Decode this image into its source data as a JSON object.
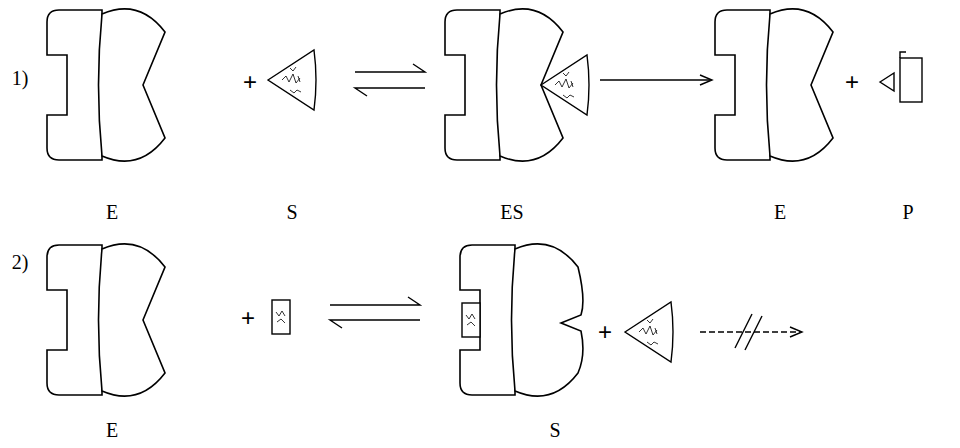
{
  "diagram": {
    "labels": [
      "1)",
      "+",
      "+",
      "E",
      "S",
      "ES",
      "E",
      "P",
      "2)",
      "+",
      "+",
      "E",
      "S"
    ]
  }
}
